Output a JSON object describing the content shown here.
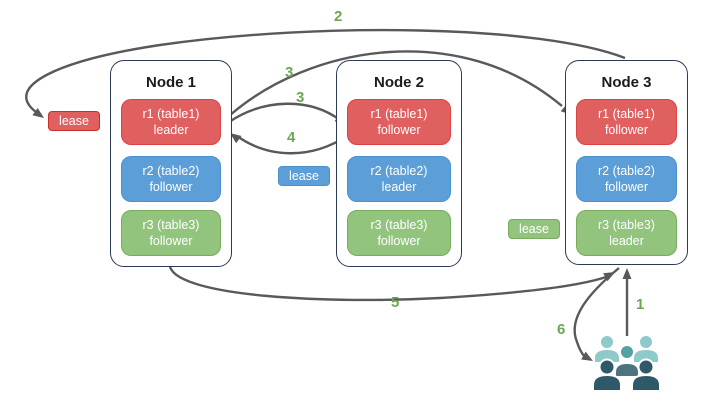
{
  "nodes": [
    {
      "title": "Node 1",
      "replicas": [
        {
          "name": "r1 (table1)",
          "role": "leader",
          "color": "red"
        },
        {
          "name": "r2 (table2)",
          "role": "follower",
          "color": "blue"
        },
        {
          "name": "r3 (table3)",
          "role": "follower",
          "color": "green"
        }
      ]
    },
    {
      "title": "Node 2",
      "replicas": [
        {
          "name": "r1 (table1)",
          "role": "follower",
          "color": "red"
        },
        {
          "name": "r2 (table2)",
          "role": "leader",
          "color": "blue"
        },
        {
          "name": "r3 (table3)",
          "role": "follower",
          "color": "green"
        }
      ]
    },
    {
      "title": "Node 3",
      "replicas": [
        {
          "name": "r1 (table1)",
          "role": "follower",
          "color": "red"
        },
        {
          "name": "r2 (table2)",
          "role": "follower",
          "color": "blue"
        },
        {
          "name": "r3 (table3)",
          "role": "leader",
          "color": "green"
        }
      ]
    }
  ],
  "leases": [
    {
      "text": "lease",
      "color": "red",
      "attached_to": "Node 1 r1 leader"
    },
    {
      "text": "lease",
      "color": "blue",
      "attached_to": "Node 2 r2 leader"
    },
    {
      "text": "lease",
      "color": "green",
      "attached_to": "Node 3 r3 leader"
    }
  ],
  "steps": [
    {
      "label": "1",
      "arrow": "users to Node 3 bottom"
    },
    {
      "label": "2",
      "arrow": "Node 3 top to red lease at Node 1 r1"
    },
    {
      "label": "3",
      "arrow": "Node 1 r1 to Node 3 r1"
    },
    {
      "label": "3",
      "arrow": "Node 1 r1 to Node 2 r1"
    },
    {
      "label": "4",
      "arrow": "Node 2 r1 back to Node 1 r1"
    },
    {
      "label": "5",
      "arrow": "Node 1 bottom to Node 3 bottom"
    },
    {
      "label": "6",
      "arrow": "Node 3 bottom to users"
    }
  ],
  "icons": {
    "users": "users-icon"
  },
  "colors": {
    "red_fill": "#e05f5f",
    "red_border": "#db4242",
    "blue_fill": "#5c9fd8",
    "blue_border": "#4a90cf",
    "green_fill": "#93c47d",
    "green_border": "#78ac5c",
    "node_border": "#2b3a55",
    "arrow": "#58595b",
    "step_label": "#6aa84f",
    "users_light": "#8fcaca",
    "users_teal": "#55a0a0",
    "users_body_gray": "#4d7380",
    "users_dark": "#2e5968"
  }
}
